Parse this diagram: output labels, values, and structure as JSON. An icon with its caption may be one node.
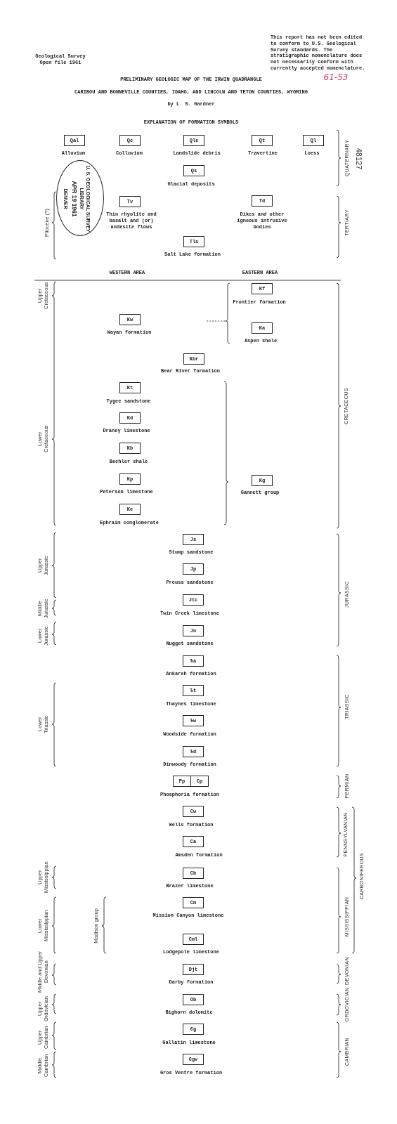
{
  "diagram": {
    "title": "PRELIMINARY GEOLOGIC MAP OF THE IRWIN QUADRANGLE",
    "nodes": [
      {
        "text": [
          "Qal"
        ],
        "beside": [
          "Alluvium"
        ]
      },
      {
        "text": [
          "Qc"
        ],
        "beside": [
          "Colluvium"
        ]
      },
      {
        "text": [
          "Qls"
        ],
        "beside": [
          "Landslide debris"
        ]
      },
      {
        "text": [
          "Qt"
        ],
        "beside": [
          "Travertine"
        ]
      },
      {
        "text": [
          "Ql"
        ],
        "beside": [
          "Loess"
        ]
      },
      {
        "text": [
          "Qs"
        ],
        "beside": [
          "Glacial deposits"
        ]
      },
      {
        "text": [
          "Tv"
        ],
        "beside": [
          "Thin rhyolite and basalt and (or) andesite flows"
        ]
      },
      {
        "text": [
          "Td"
        ],
        "beside": [
          "Dikes and other igneous intrusive bodies"
        ]
      },
      {
        "text": [
          "Tls"
        ],
        "beside": [
          "Salt Lake formation"
        ]
      },
      {
        "text": [
          "Kf"
        ],
        "beside": [
          "Frontier formation"
        ]
      },
      {
        "text": [
          "Kw"
        ],
        "beside": [
          "Wayan formation"
        ]
      },
      {
        "text": [
          "Ka"
        ],
        "beside": [
          "Aspen shale"
        ]
      },
      {
        "text": [
          "Kbr"
        ],
        "beside": [
          "Bear River formation"
        ]
      },
      {
        "text": [
          "Kt"
        ],
        "beside": [
          "Tygee sandstone"
        ]
      },
      {
        "text": [
          "Kd"
        ],
        "beside": [
          "Draney limestone"
        ]
      },
      {
        "text": [
          "Kb"
        ],
        "beside": [
          "Bechler shale"
        ]
      },
      {
        "text": [
          "Kp"
        ],
        "beside": [
          "Peterson limestone"
        ]
      },
      {
        "text": [
          "Kg"
        ],
        "beside": [
          "Gannett group"
        ]
      },
      {
        "text": [
          "Ke"
        ],
        "beside": [
          "Ephraim conglomerate"
        ]
      },
      {
        "text": [
          "Js"
        ],
        "beside": [
          "Stump sandstone"
        ]
      },
      {
        "text": [
          "Jp"
        ],
        "beside": [
          "Preuss sandstone"
        ]
      },
      {
        "text": [
          "Jtc"
        ],
        "beside": [
          "Twin Creek limestone"
        ]
      },
      {
        "text": [
          "Jn"
        ],
        "beside": [
          "Nugget sandstone"
        ]
      },
      {
        "text": [
          "Ћa"
        ],
        "beside": [
          "Ankareh formation"
        ]
      },
      {
        "text": [
          "Ћt"
        ],
        "beside": [
          "Thaynes limestone"
        ]
      },
      {
        "text": [
          "Ћw"
        ],
        "beside": [
          "Woodside formation"
        ]
      },
      {
        "text": [
          "Ћd"
        ],
        "beside": [
          "Dinwoody formation"
        ]
      },
      {
        "text": [
          "Pp",
          "Cp"
        ],
        "beside": [
          "Phosphoria formation"
        ]
      },
      {
        "text": [
          "Cw"
        ],
        "beside": [
          "Wells formation"
        ]
      },
      {
        "text": [
          "Ca"
        ],
        "beside": [
          "Amsden formation"
        ]
      },
      {
        "text": [
          "Cb"
        ],
        "beside": [
          "Brazer limestone"
        ]
      },
      {
        "text": [
          "Cm"
        ],
        "beside": [
          "Mission Canyon limestone"
        ]
      },
      {
        "text": [
          "Cml"
        ],
        "beside": [
          "Lodgepole limestone"
        ]
      },
      {
        "text": [
          "Djt"
        ],
        "beside": [
          "Darby formation"
        ]
      },
      {
        "text": [
          "Ob"
        ],
        "beside": [
          "Bighorn dolomite"
        ]
      },
      {
        "text": [
          "Єg"
        ],
        "beside": [
          "Gallatin limestone"
        ]
      },
      {
        "text": [
          "Єgv"
        ],
        "beside": [
          "Gros Ventre formation"
        ]
      }
    ],
    "labels": [
      "Geological Survey Open file 1961",
      "This report has not been edited to conform to U.S. Geological Survey standards. The stratigraphic nomenclature does not necessarily conform with currently accepted nomenclature.",
      "61-53",
      "CARIBOU AND BONNEVILLE COUNTIES, IDAHO, AND LINCOLN AND TETON COUNTIES, WYOMING",
      "by L. S. Gardner",
      "EXPLANATION OF FORMATION SYMBOLS",
      "U. S. GEOLOGICAL SURVEY",
      "LIBRARY",
      "APR 19 1961",
      "DENVER",
      "QUATERNARY",
      "48127",
      "Pliocene (?)",
      "TERTIARY",
      "WESTERN AREA",
      "EASTERN AREA",
      "Upper Cretaceous",
      "Lower Cretaceous",
      "CRETACEOUS",
      "Upper Jurassic",
      "Middle Jurassic",
      "Lower Jurassic",
      "JURASSIC",
      "Lower Triassic",
      "TRIASSIC",
      "PERMIAN",
      "Upper Mississippian",
      "PENNSYLVANIAN",
      "CARBONIFEROUS",
      "Lower Mississippian",
      "Madison group",
      "MISSISSIPPIAN",
      "Middle and Upper Devonian",
      "DEVONIAN",
      "Upper Ordovician",
      "ORDOVICIAN",
      "Upper Cambrian",
      "Middle Cambrian",
      "CAMBRIAN"
    ]
  }
}
